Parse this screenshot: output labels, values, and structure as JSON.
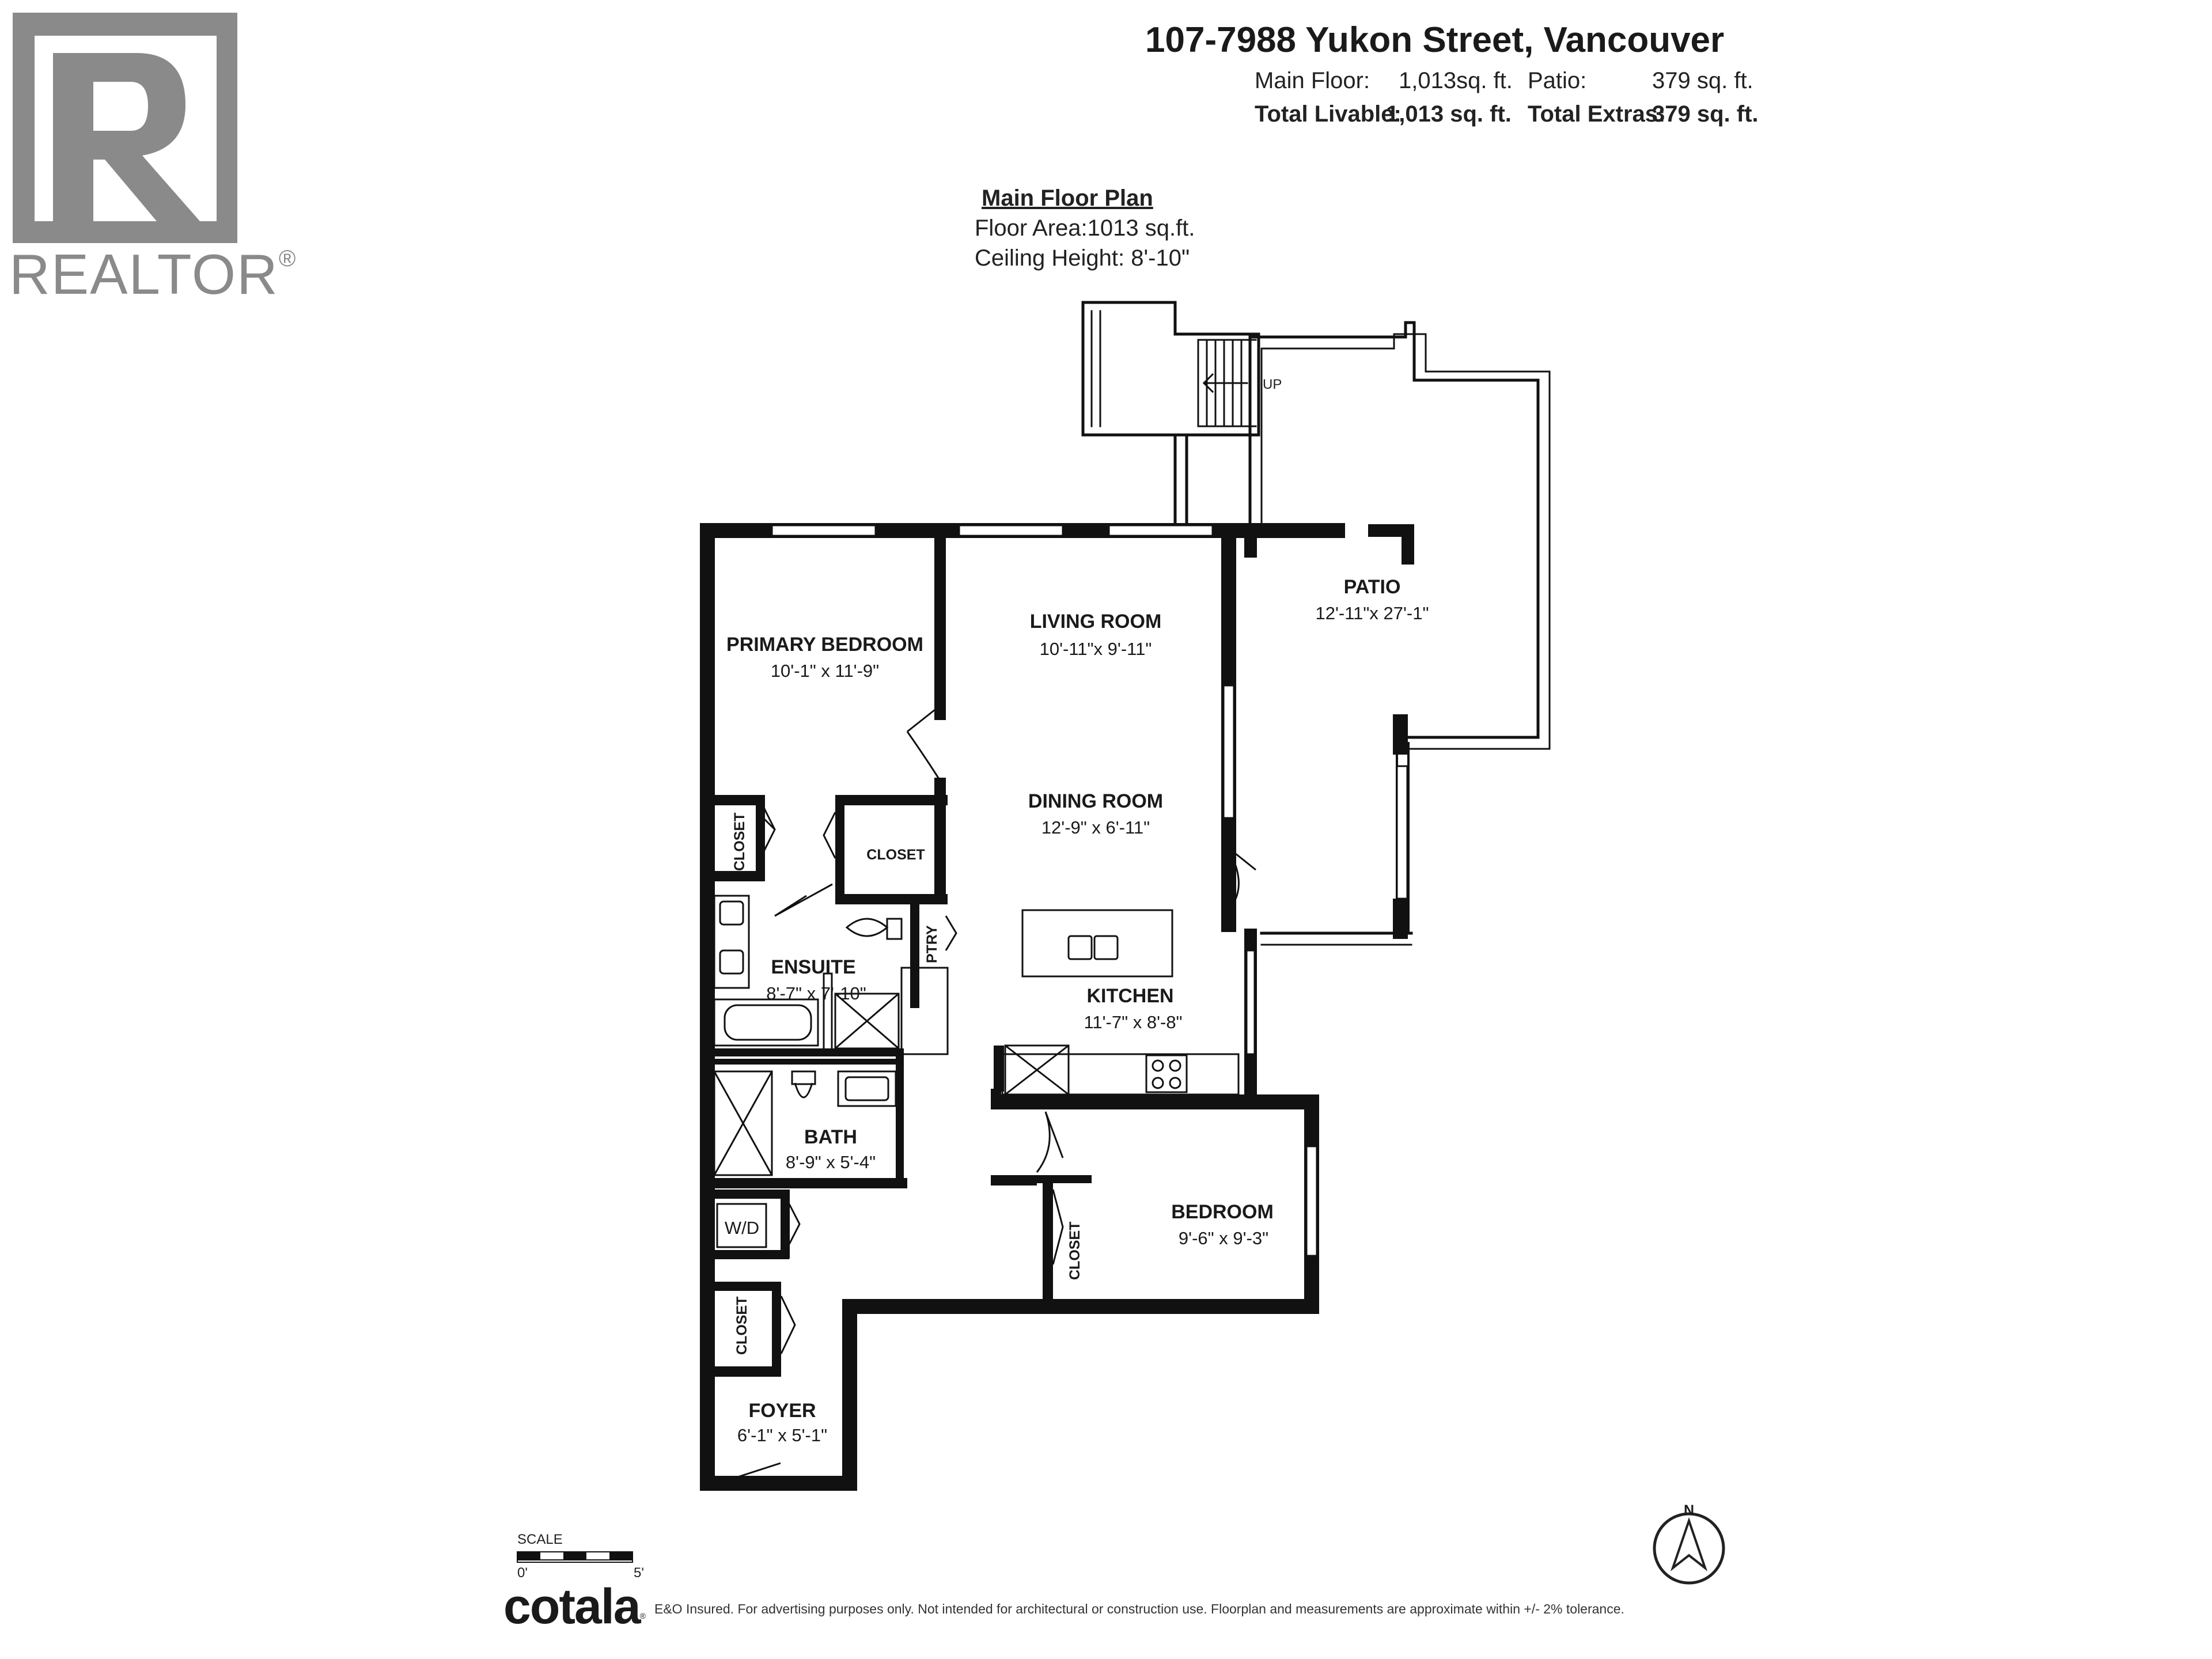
{
  "branding": {
    "realtor_wordmark": "REALTOR",
    "realtor_mark": "®",
    "brand": "cotala",
    "brand_mark": "®"
  },
  "header": {
    "address": "107-7988 Yukon Street, Vancouver",
    "main_floor_label": "Main Floor:",
    "main_floor_value": "1,013sq. ft.",
    "patio_label": "Patio:",
    "patio_value": "379 sq. ft.",
    "total_livable_label": "Total Livable:",
    "total_livable_value": "1,013 sq. ft.",
    "total_extras_label": "Total Extras:",
    "total_extras_value": "379 sq. ft."
  },
  "plan": {
    "title": "Main Floor Plan",
    "floor_area": "Floor Area:1013 sq.ft.",
    "ceiling_height": "Ceiling Height: 8'-10\"",
    "stair_label": "UP"
  },
  "rooms": {
    "primary_bedroom": {
      "name": "PRIMARY BEDROOM",
      "dims": "10'-1\" x 11'-9\""
    },
    "living_room": {
      "name": "LIVING ROOM",
      "dims": "10'-11\"x 9'-11\""
    },
    "patio": {
      "name": "PATIO",
      "dims": "12'-11\"x 27'-1\""
    },
    "dining_room": {
      "name": "DINING ROOM",
      "dims": "12'-9\" x 6'-11\""
    },
    "closet_1": {
      "name": "CLOSET"
    },
    "closet_2": {
      "name": "CLOSET"
    },
    "pantry": {
      "name": "PTRY"
    },
    "ensuite": {
      "name": "ENSUITE",
      "dims": "8'-7\" x 7'-10\""
    },
    "kitchen": {
      "name": "KITCHEN",
      "dims": "11'-7\" x 8'-8\""
    },
    "bath": {
      "name": "BATH",
      "dims": "8'-9\" x 5'-4\""
    },
    "bedroom": {
      "name": "BEDROOM",
      "dims": "9'-6\" x 9'-3\""
    },
    "closet_3": {
      "name": "CLOSET"
    },
    "laundry": {
      "name": "W/D"
    },
    "closet_4": {
      "name": "CLOSET"
    },
    "foyer": {
      "name": "FOYER",
      "dims": "6'-1\" x 5'-1\""
    }
  },
  "scale": {
    "label": "SCALE",
    "start": "0'",
    "end": "5'"
  },
  "compass": {
    "label": "N"
  },
  "footer": {
    "disclaimer": "E&O Insured. For advertising purposes only. Not intended for architectural or construction use. Floorplan and measurements are approximate within +/- 2% tolerance."
  }
}
